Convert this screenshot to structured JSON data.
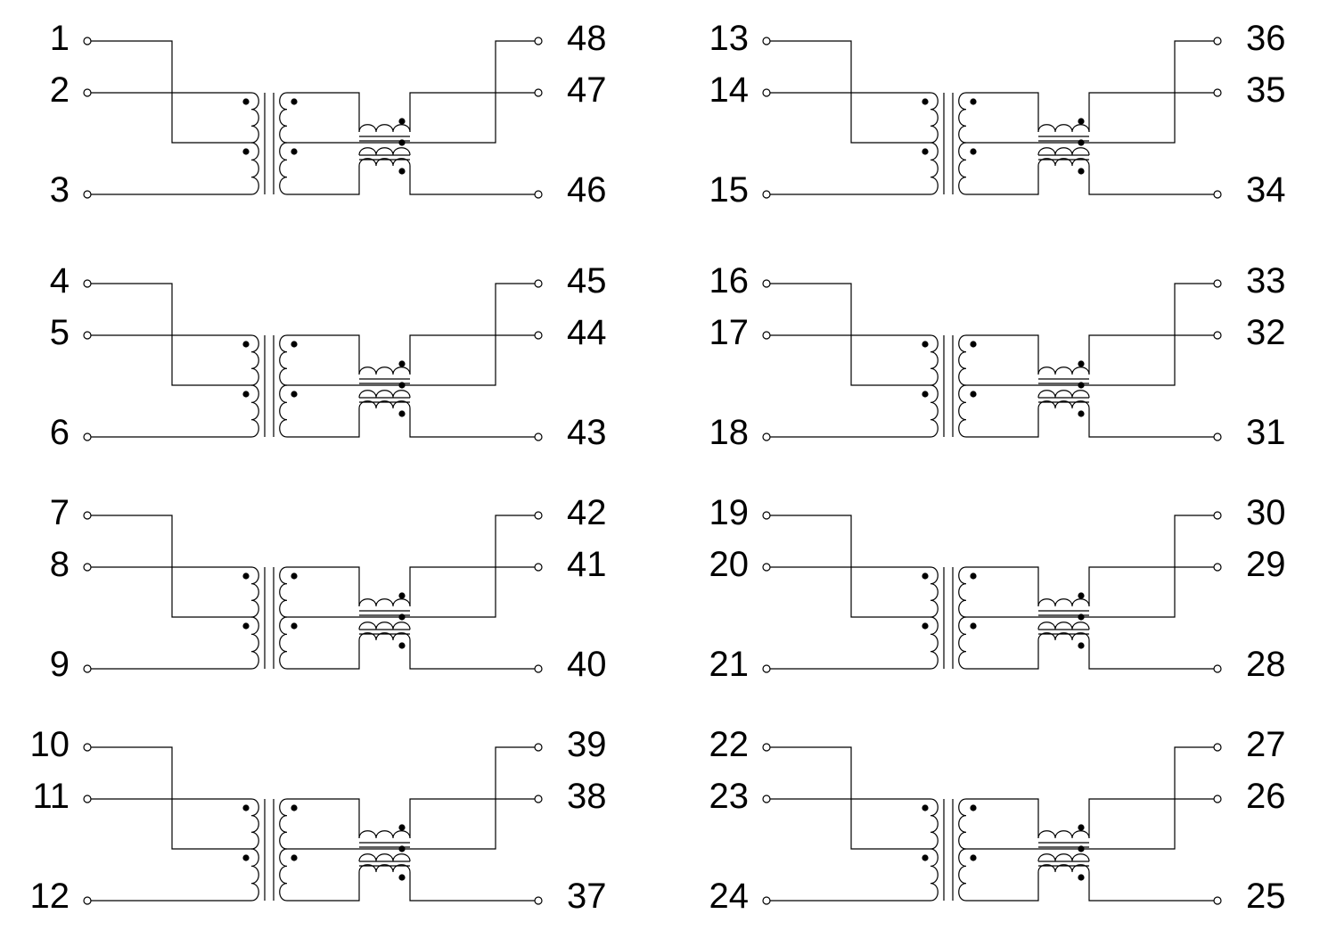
{
  "diagram": {
    "type": "transformer-schematic",
    "colors": {
      "line": "#000000",
      "background": "#ffffff",
      "pin_fill": "#ffffff"
    },
    "channels": [
      {
        "id": "ch1",
        "left_pins": [
          "1",
          "2",
          "3"
        ],
        "right_pins": [
          "48",
          "47",
          "46"
        ]
      },
      {
        "id": "ch2",
        "left_pins": [
          "4",
          "5",
          "6"
        ],
        "right_pins": [
          "45",
          "44",
          "43"
        ]
      },
      {
        "id": "ch3",
        "left_pins": [
          "7",
          "8",
          "9"
        ],
        "right_pins": [
          "42",
          "41",
          "40"
        ]
      },
      {
        "id": "ch4",
        "left_pins": [
          "10",
          "11",
          "12"
        ],
        "right_pins": [
          "39",
          "38",
          "37"
        ]
      },
      {
        "id": "ch5",
        "left_pins": [
          "13",
          "14",
          "15"
        ],
        "right_pins": [
          "36",
          "35",
          "34"
        ]
      },
      {
        "id": "ch6",
        "left_pins": [
          "16",
          "17",
          "18"
        ],
        "right_pins": [
          "33",
          "32",
          "31"
        ]
      },
      {
        "id": "ch7",
        "left_pins": [
          "19",
          "20",
          "21"
        ],
        "right_pins": [
          "30",
          "29",
          "28"
        ]
      },
      {
        "id": "ch8",
        "left_pins": [
          "22",
          "23",
          "24"
        ],
        "right_pins": [
          "27",
          "26",
          "25"
        ]
      }
    ]
  }
}
